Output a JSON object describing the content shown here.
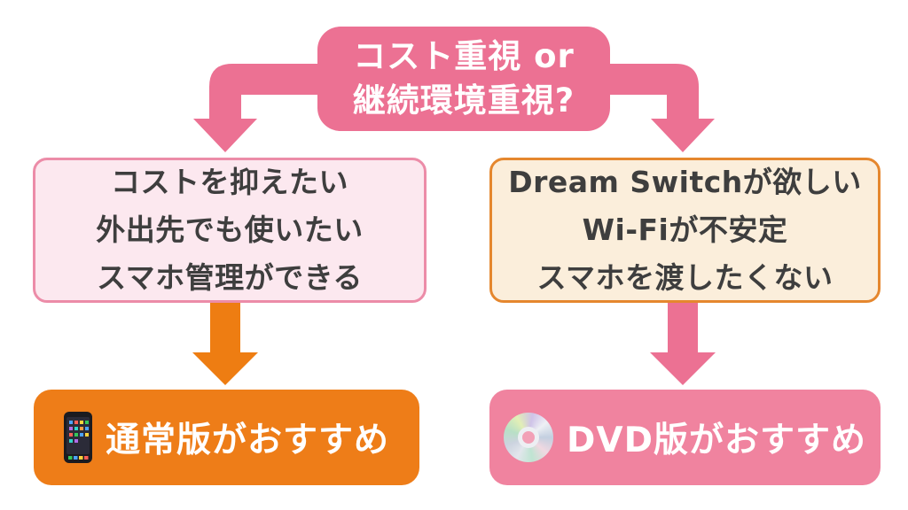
{
  "diagram": {
    "question": {
      "line1": "コスト重視 or",
      "line2": "継続環境重視?"
    },
    "left_branch": {
      "conditions": [
        "コストを抑えたい",
        "外出先でも使いたい",
        "スマホ管理ができる"
      ],
      "result": "通常版がおすすめ",
      "icon": "smartphone-icon"
    },
    "right_branch": {
      "conditions": [
        "Dream Switchが欲しい",
        "Wi-Fiが不安定",
        "スマホを渡したくない"
      ],
      "result": "DVD版がおすすめ",
      "icon": "cd-disc-icon"
    }
  },
  "colors": {
    "banner_pink": "#ec7193",
    "arrow_pink": "#ec7193",
    "arrow_orange": "#ee7d12",
    "left_box_fill": "#fce8ef",
    "left_box_border": "#ec8ca8",
    "right_box_fill": "#fbeedb",
    "right_box_border": "#e5872e",
    "result_left_bg": "#ee7d18",
    "result_right_bg": "#f0839f",
    "text_dark": "#3e3e3e",
    "text_white": "#ffffff",
    "background": "#ffffff"
  }
}
